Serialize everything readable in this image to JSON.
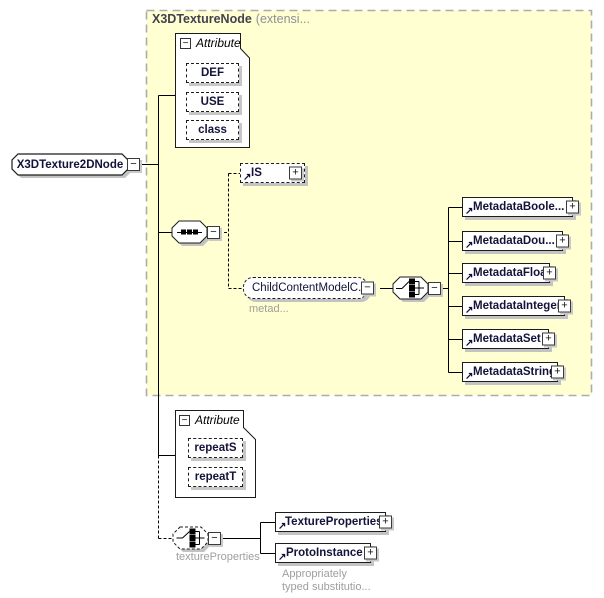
{
  "icons": {
    "collapse": "−",
    "expand": "+",
    "reference_arrow": "↗"
  },
  "colors": {
    "group_background": "#ffffd2",
    "group_border": "#acacac",
    "shadow": "#c3c3c3",
    "label_text": "#12123a",
    "annotation_text": "#9e9e9e"
  },
  "root": {
    "label": "X3DTexture2DNode"
  },
  "group": {
    "title": "X3DTextureNode",
    "title_suffix": "(extensi...",
    "attribute_group": {
      "label": "Attribute",
      "attributes": [
        "DEF",
        "USE",
        "class"
      ]
    },
    "is": {
      "label": "IS"
    },
    "child_content": {
      "label": "ChildContentModelC...",
      "annotation": "metad..."
    },
    "metadata": [
      "MetadataBoole...",
      "MetadataDou...",
      "MetadataFloat",
      "MetadataInteger",
      "MetadataSet",
      "MetadataString"
    ]
  },
  "local": {
    "attribute_group": {
      "label": "Attribute",
      "attributes": [
        "repeatS",
        "repeatT"
      ]
    },
    "choice_annotation": "textureProperties",
    "substitution": [
      "TextureProperties",
      "ProtoInstance"
    ],
    "note": [
      "Appropriately",
      "typed substitutio..."
    ]
  }
}
